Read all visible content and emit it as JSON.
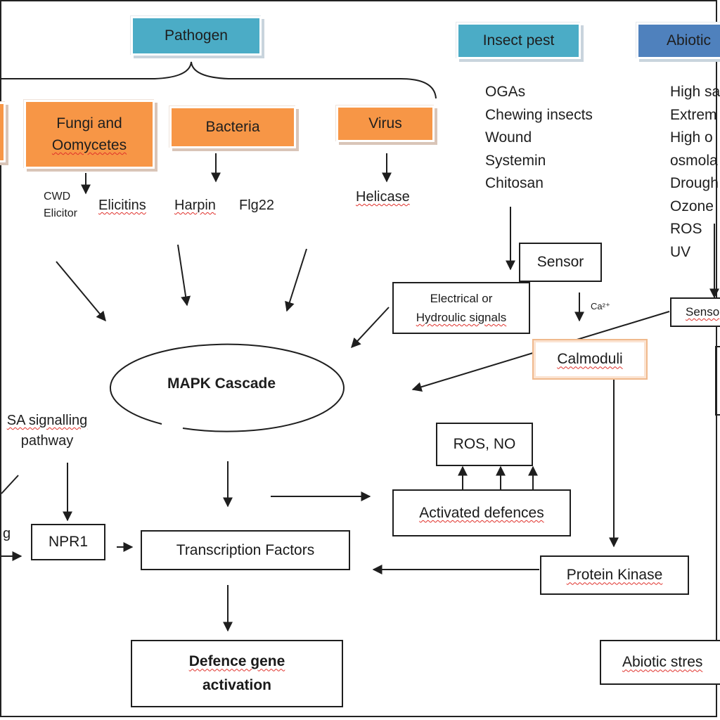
{
  "categories": {
    "pathogen": "Pathogen",
    "insect_pest": "Insect pest",
    "abiotic": "Abiotic"
  },
  "pathogens": {
    "fungi": [
      "Fungi and",
      "Oomycetes"
    ],
    "bacteria": "Bacteria",
    "virus": "Virus"
  },
  "elicitors": {
    "cwd": [
      "CWD",
      "Elicitor"
    ],
    "elicitins": "Elicitins",
    "harpin": "Harpin",
    "flg22": "Flg22",
    "helicase": "Helicase"
  },
  "insect_list": [
    "OGAs",
    "Chewing insects",
    "Wound",
    "Systemin",
    "Chitosan"
  ],
  "abiotic_list": [
    "High sa",
    "Extrem",
    "High o",
    "osmola",
    "Drough",
    "Ozone",
    "ROS",
    "UV"
  ],
  "nodes": {
    "sensor": "Sensor",
    "electrical": [
      "Electrical or",
      "Hydroulic signals"
    ],
    "ca": "Ca²⁺",
    "abiotic_sensor": "Senso",
    "calmodulin": "Calmoduli",
    "mapk": "MAPK Cascade",
    "sa_pathway": [
      "SA signalling",
      "pathway"
    ],
    "left_partial": "g",
    "npr1": "NPR1",
    "ros_no": "ROS, NO",
    "activated": "Activated defences",
    "transcription": "Transcription Factors",
    "protein_kinase": "Protein Kinase",
    "defence": [
      "Defence gene",
      "activation"
    ],
    "abiotic_stress": "Abiotic stres"
  },
  "colors": {
    "category_teal": "#4bacc6",
    "category_blue": "#4f81bd",
    "pathogen_orange": "#f79646",
    "spellcheck_red": "#e0302a"
  }
}
